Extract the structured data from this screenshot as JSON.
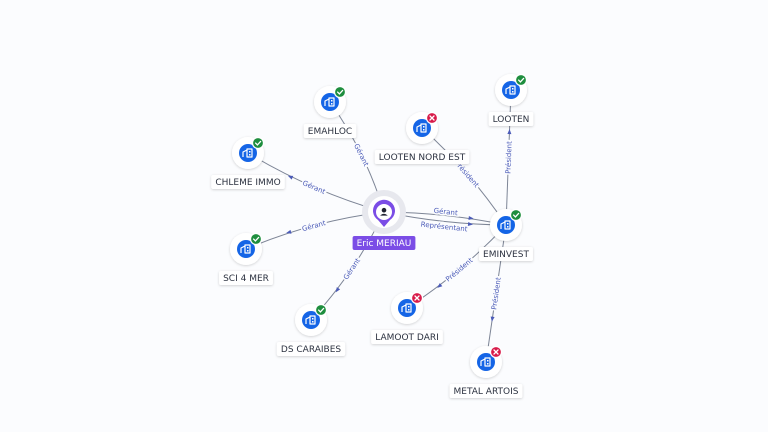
{
  "center": {
    "name": "Eric MERIAU",
    "icon": "person-pin-icon",
    "color": "#7b4de6"
  },
  "companies": [
    {
      "id": "emahloc",
      "name": "EMAHLOC",
      "status": "active"
    },
    {
      "id": "chleme",
      "name": "CHLEME IMMO",
      "status": "active"
    },
    {
      "id": "sci4mer",
      "name": "SCI 4 MER",
      "status": "active"
    },
    {
      "id": "dscaraibes",
      "name": "DS CARAIBES",
      "status": "active"
    },
    {
      "id": "lootennord",
      "name": "LOOTEN NORD EST",
      "status": "closed"
    },
    {
      "id": "looten",
      "name": "LOOTEN",
      "status": "active"
    },
    {
      "id": "eminvest",
      "name": "EMINVEST",
      "status": "active"
    },
    {
      "id": "lamoot",
      "name": "LAMOOT DARI",
      "status": "closed"
    },
    {
      "id": "metal",
      "name": "METAL ARTOIS",
      "status": "closed"
    }
  ],
  "links": [
    {
      "from": "center",
      "to": "emahloc",
      "label": "Gérant"
    },
    {
      "from": "center",
      "to": "chleme",
      "label": "Gérant"
    },
    {
      "from": "center",
      "to": "sci4mer",
      "label": "Gérant"
    },
    {
      "from": "center",
      "to": "dscaraibes",
      "label": "Gérant"
    },
    {
      "from": "center",
      "to": "eminvest",
      "label": "Gérant"
    },
    {
      "from": "center",
      "to": "eminvest",
      "label": "Représentant"
    },
    {
      "from": "eminvest",
      "to": "lootennord",
      "label": "Président"
    },
    {
      "from": "eminvest",
      "to": "looten",
      "label": "Président"
    },
    {
      "from": "eminvest",
      "to": "lamoot",
      "label": "Président"
    },
    {
      "from": "eminvest",
      "to": "metal",
      "label": "Président"
    }
  ],
  "colors": {
    "company_icon": "#1565e6",
    "status_active": "#1e8e3e",
    "status_closed": "#d81b4a",
    "edge": "#7d8596",
    "edge_label": "#4b5bb8"
  },
  "icons": {
    "company": "building-icon",
    "active": "check-icon",
    "closed": "cross-icon"
  }
}
